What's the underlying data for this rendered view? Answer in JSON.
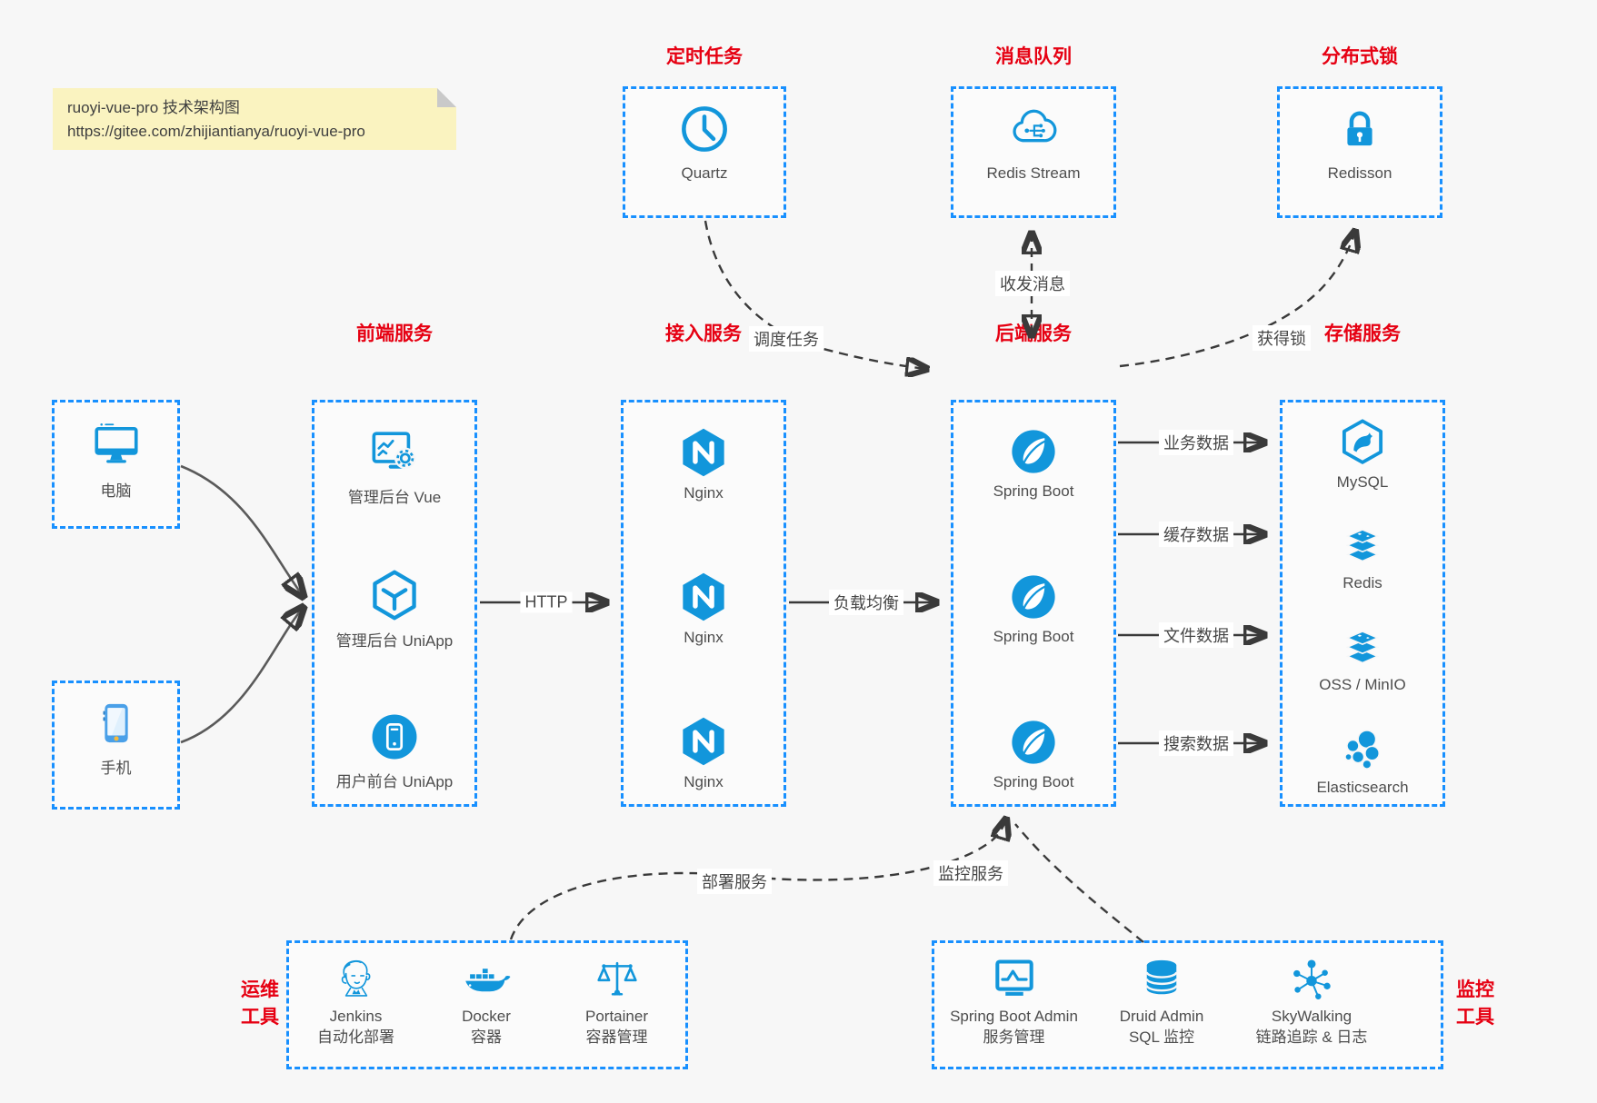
{
  "note": {
    "line1": "ruoyi-vue-pro 技术架构图",
    "line2": "https://gitee.com/zhijiantianya/ruoyi-vue-pro"
  },
  "palette": {
    "icon_blue": "#1296db",
    "border_blue": "#1890ff",
    "heading_red": "#e60012",
    "note_yellow": "#faf3c0",
    "line_dark": "#3a3a3a"
  },
  "top_services": [
    {
      "heading": "定时任务",
      "label": "Quartz",
      "icon": "clock-icon"
    },
    {
      "heading": "消息队列",
      "label": "Redis Stream",
      "icon": "cloud-stream-icon"
    },
    {
      "heading": "分布式锁",
      "label": "Redisson",
      "icon": "lock-icon"
    }
  ],
  "clients": [
    {
      "label": "电脑",
      "icon": "desktop-icon"
    },
    {
      "label": "手机",
      "icon": "smartphone-icon"
    }
  ],
  "service_columns": [
    {
      "heading": "前端服务",
      "items": [
        {
          "label": "管理后台 Vue",
          "icon": "admin-vue-icon"
        },
        {
          "label": "管理后台 UniApp",
          "icon": "uniapp-cube-icon"
        },
        {
          "label": "用户前台 UniApp",
          "icon": "user-uniapp-icon"
        }
      ]
    },
    {
      "heading": "接入服务",
      "items": [
        {
          "label": "Nginx",
          "icon": "nginx-icon"
        },
        {
          "label": "Nginx",
          "icon": "nginx-icon"
        },
        {
          "label": "Nginx",
          "icon": "nginx-icon"
        }
      ]
    },
    {
      "heading": "后端服务",
      "items": [
        {
          "label": "Spring Boot",
          "icon": "spring-boot-icon"
        },
        {
          "label": "Spring Boot",
          "icon": "spring-boot-icon"
        },
        {
          "label": "Spring Boot",
          "icon": "spring-boot-icon"
        }
      ]
    },
    {
      "heading": "存储服务",
      "items": [
        {
          "label": "MySQL",
          "icon": "mysql-icon"
        },
        {
          "label": "Redis",
          "icon": "redis-stack-icon"
        },
        {
          "label": "OSS / MinIO",
          "icon": "oss-stack-icon"
        },
        {
          "label": "Elasticsearch",
          "icon": "elasticsearch-icon"
        }
      ]
    }
  ],
  "tool_groups": [
    {
      "heading": [
        "运维",
        "工具"
      ],
      "items": [
        {
          "name": "Jenkins",
          "desc": "自动化部署",
          "icon": "jenkins-icon"
        },
        {
          "name": "Docker",
          "desc": "容器",
          "icon": "docker-icon"
        },
        {
          "name": "Portainer",
          "desc": "容器管理",
          "icon": "portainer-icon"
        }
      ]
    },
    {
      "heading": [
        "监控",
        "工具"
      ],
      "items": [
        {
          "name": "Spring Boot Admin",
          "desc": "服务管理",
          "icon": "spring-boot-admin-icon"
        },
        {
          "name": "Druid Admin",
          "desc": "SQL 监控",
          "icon": "druid-icon"
        },
        {
          "name": "SkyWalking",
          "desc": "链路追踪 & 日志",
          "icon": "skywalking-icon"
        }
      ]
    }
  ],
  "edge_labels": {
    "http": "HTTP",
    "load_balance": "负载均衡",
    "schedule": "调度任务",
    "message": "收发消息",
    "lock": "获得锁",
    "business": "业务数据",
    "cache": "缓存数据",
    "file": "文件数据",
    "search": "搜索数据",
    "deploy": "部署服务",
    "monitor": "监控服务"
  }
}
